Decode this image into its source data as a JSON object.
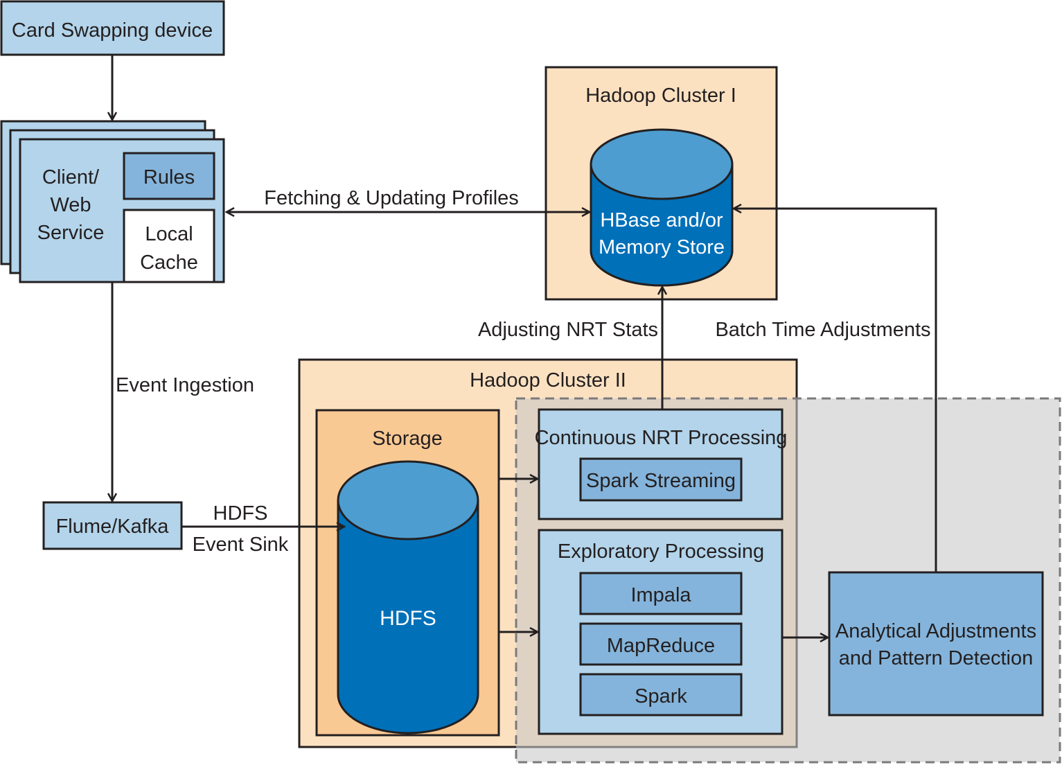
{
  "nodes": {
    "card_device": "Card Swapping device",
    "client_line1": "Client/",
    "client_line2": "Web",
    "client_line3": "Service",
    "rules": "Rules",
    "local_cache_line1": "Local",
    "local_cache_line2": "Cache",
    "flume_kafka": "Flume/Kafka",
    "hadoop_cluster_1": "Hadoop Cluster I",
    "hbase_line1": "HBase and/or",
    "hbase_line2": "Memory Store",
    "hadoop_cluster_2": "Hadoop Cluster II",
    "storage": "Storage",
    "hdfs": "HDFS",
    "continuous_nrt": "Continuous NRT Processing",
    "spark_streaming": "Spark Streaming",
    "exploratory": "Exploratory Processing",
    "impala": "Impala",
    "mapreduce": "MapReduce",
    "spark": "Spark",
    "analytical_line1": "Analytical Adjustments",
    "analytical_line2": "and Pattern Detection"
  },
  "edges": {
    "fetching_updating": "Fetching & Updating Profiles",
    "event_ingestion": "Event Ingestion",
    "hdfs_sink_line1": "HDFS",
    "hdfs_sink_line2": "Event Sink",
    "adjusting_nrt": "Adjusting NRT Stats",
    "batch_time": "Batch Time Adjustments"
  },
  "colors": {
    "light_blue": "#b3d4ea",
    "mid_blue": "#84b4db",
    "dark_blue": "#0070b8",
    "cylinder_top": "#4d9dd0",
    "peach": "#fce1c1",
    "orange": "#f9c994",
    "gray_zone": "#e0e0e0",
    "stroke": "#231f20"
  }
}
